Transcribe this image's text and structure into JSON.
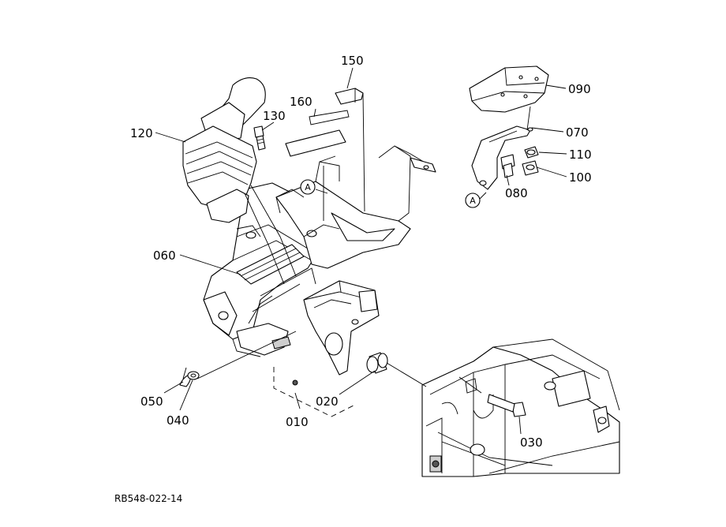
{
  "diagram": {
    "part_labels": {
      "p150": "150",
      "p160": "160",
      "p130": "130",
      "p120": "120",
      "p090": "090",
      "p070": "070",
      "p110": "110",
      "p100": "100",
      "p080": "080",
      "p060": "060",
      "p050": "050",
      "p040": "040",
      "p020": "020",
      "p010": "010",
      "p030": "030"
    },
    "reference_marks": {
      "a1": "A",
      "a2": "A"
    },
    "drawing_number": "RB548-022-14"
  }
}
